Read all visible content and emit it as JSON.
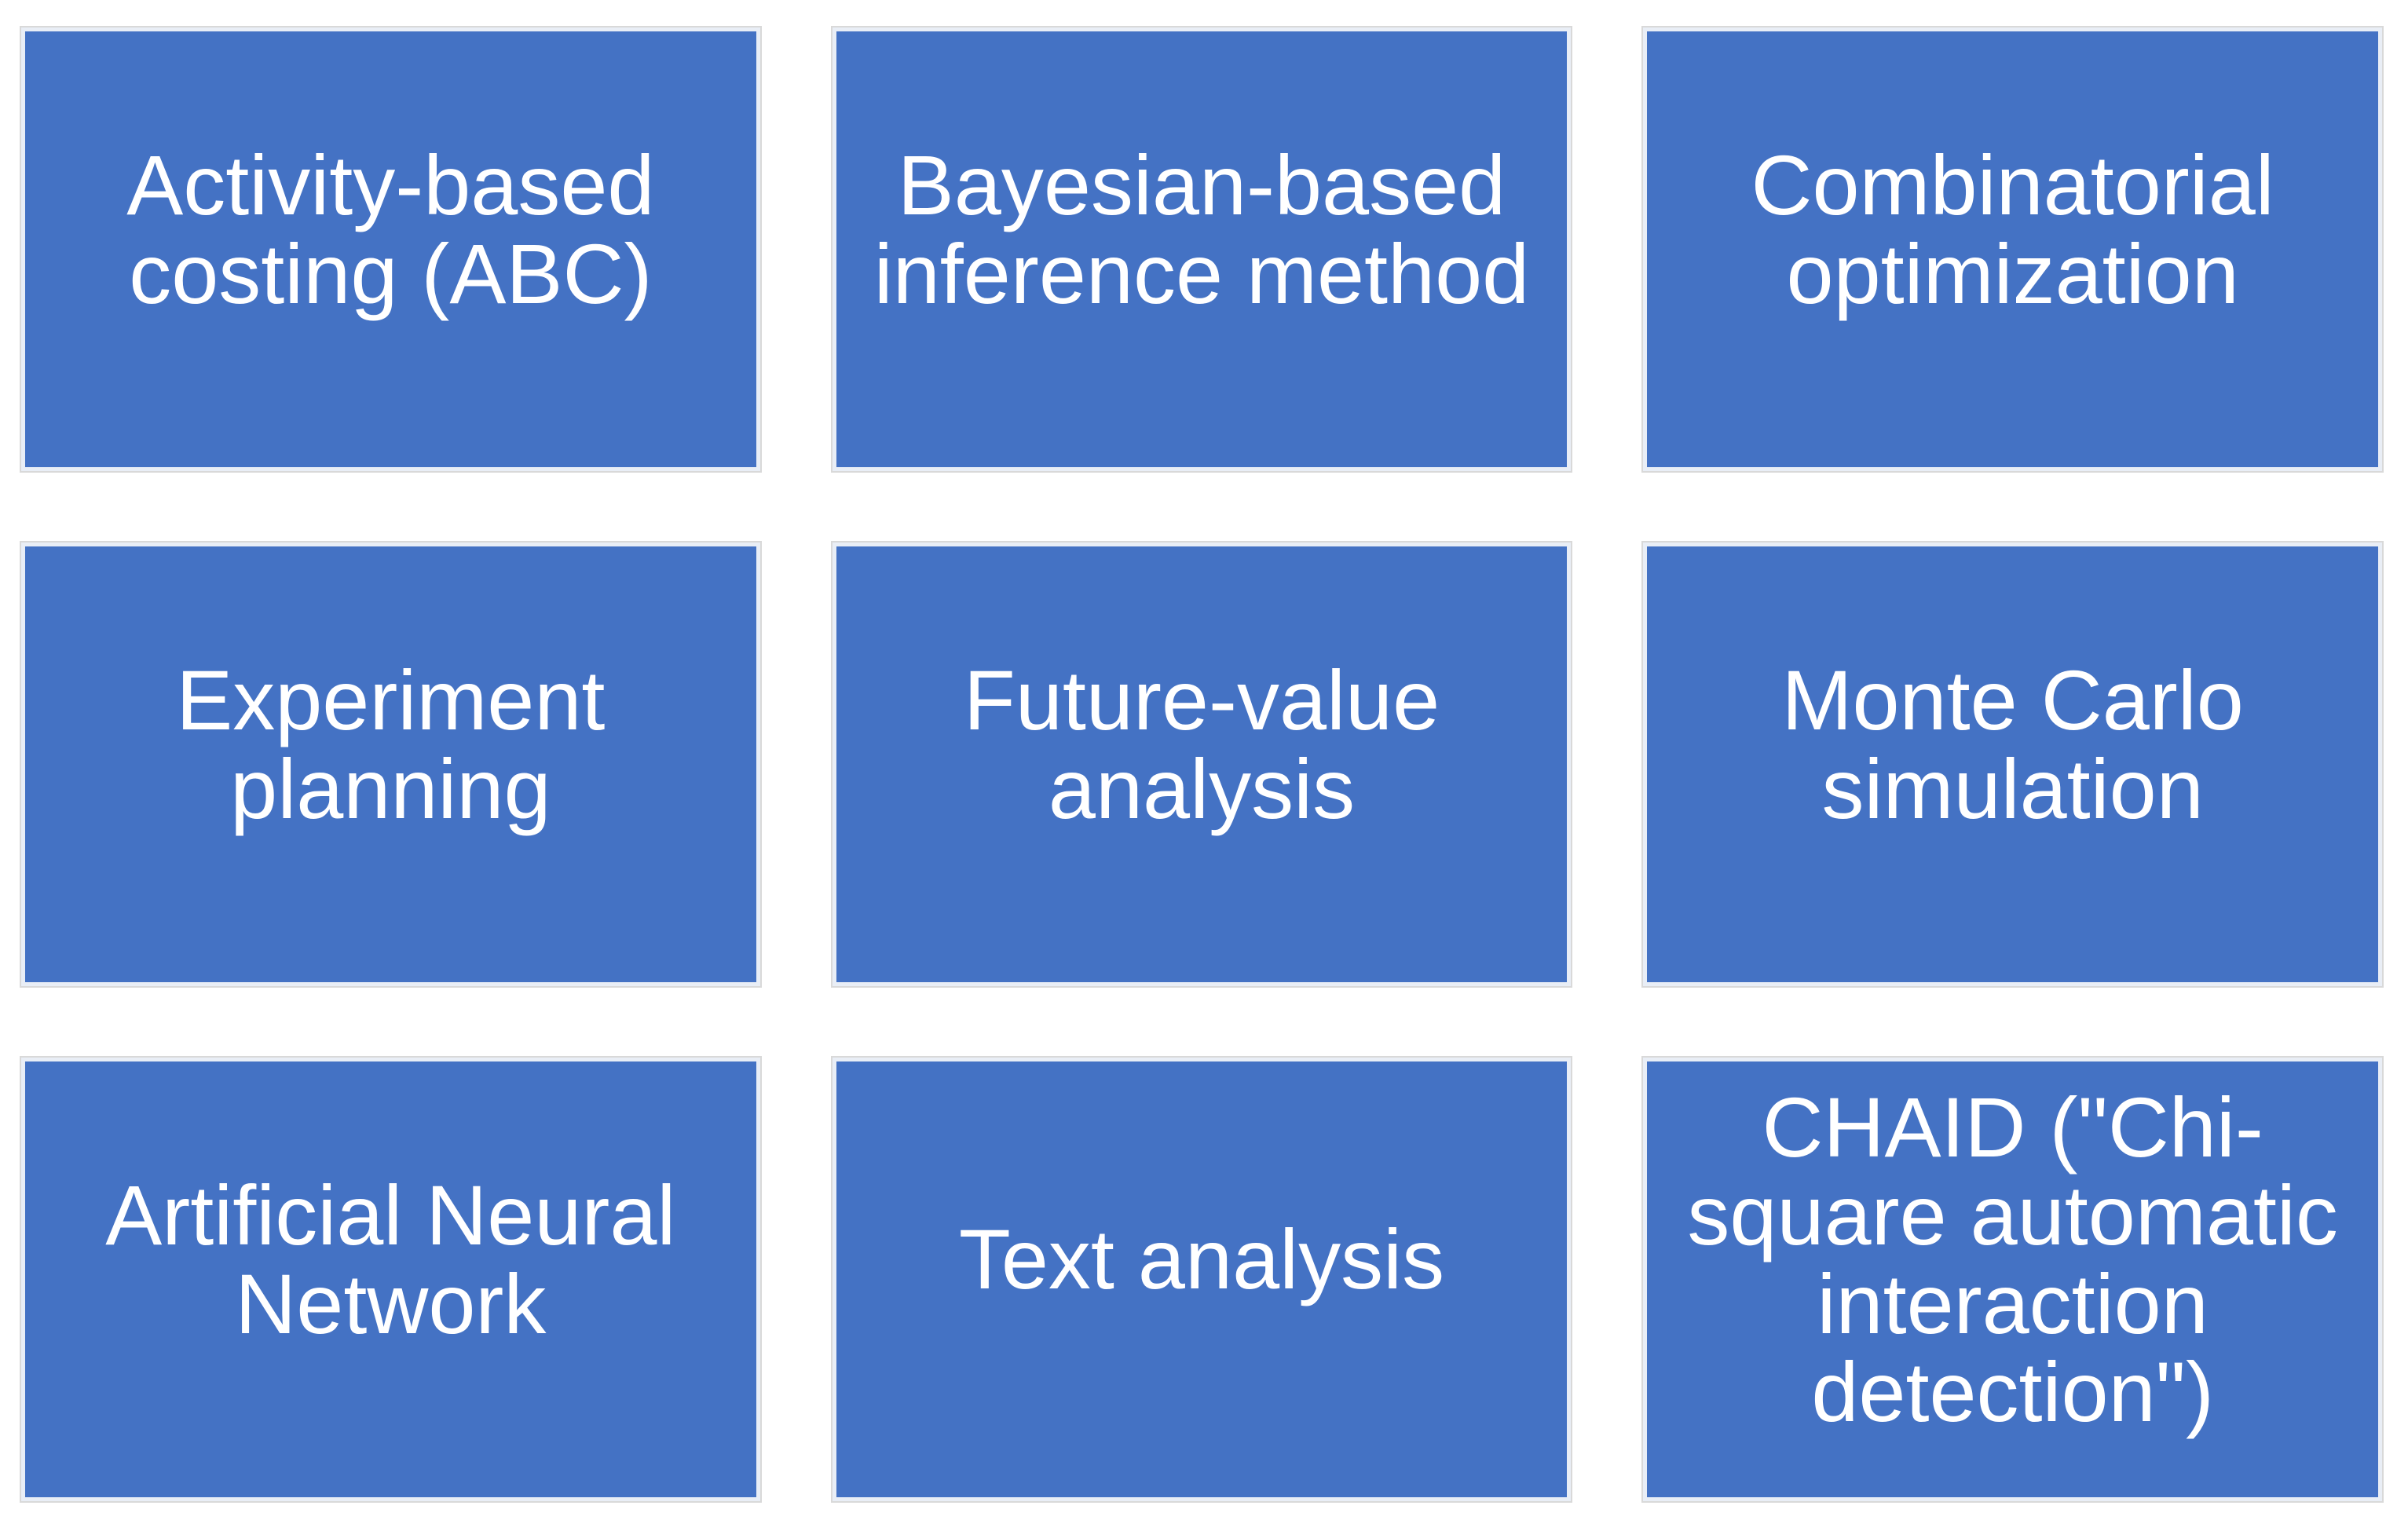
{
  "diagram": {
    "type": "smartart-grid",
    "rows": 3,
    "cols": 3,
    "items": [
      {
        "label": "Activity-based costing (ABC)"
      },
      {
        "label": "Bayesian-based inference method"
      },
      {
        "label": "Combinatorial optimization"
      },
      {
        "label": "Experiment planning"
      },
      {
        "label": "Future-value analysis"
      },
      {
        "label": "Monte Carlo simulation"
      },
      {
        "label": "Artificial Neural Network"
      },
      {
        "label": "Text analysis"
      },
      {
        "label": "CHAID (\"Chi-square automatic interaction detection\")"
      }
    ],
    "colors": {
      "tile_fill": "#4472c4",
      "tile_border_inner": "#e9eef6",
      "tile_border_outer": "#d9d9d9",
      "text": "#ffffff",
      "background": "#ffffff"
    }
  }
}
